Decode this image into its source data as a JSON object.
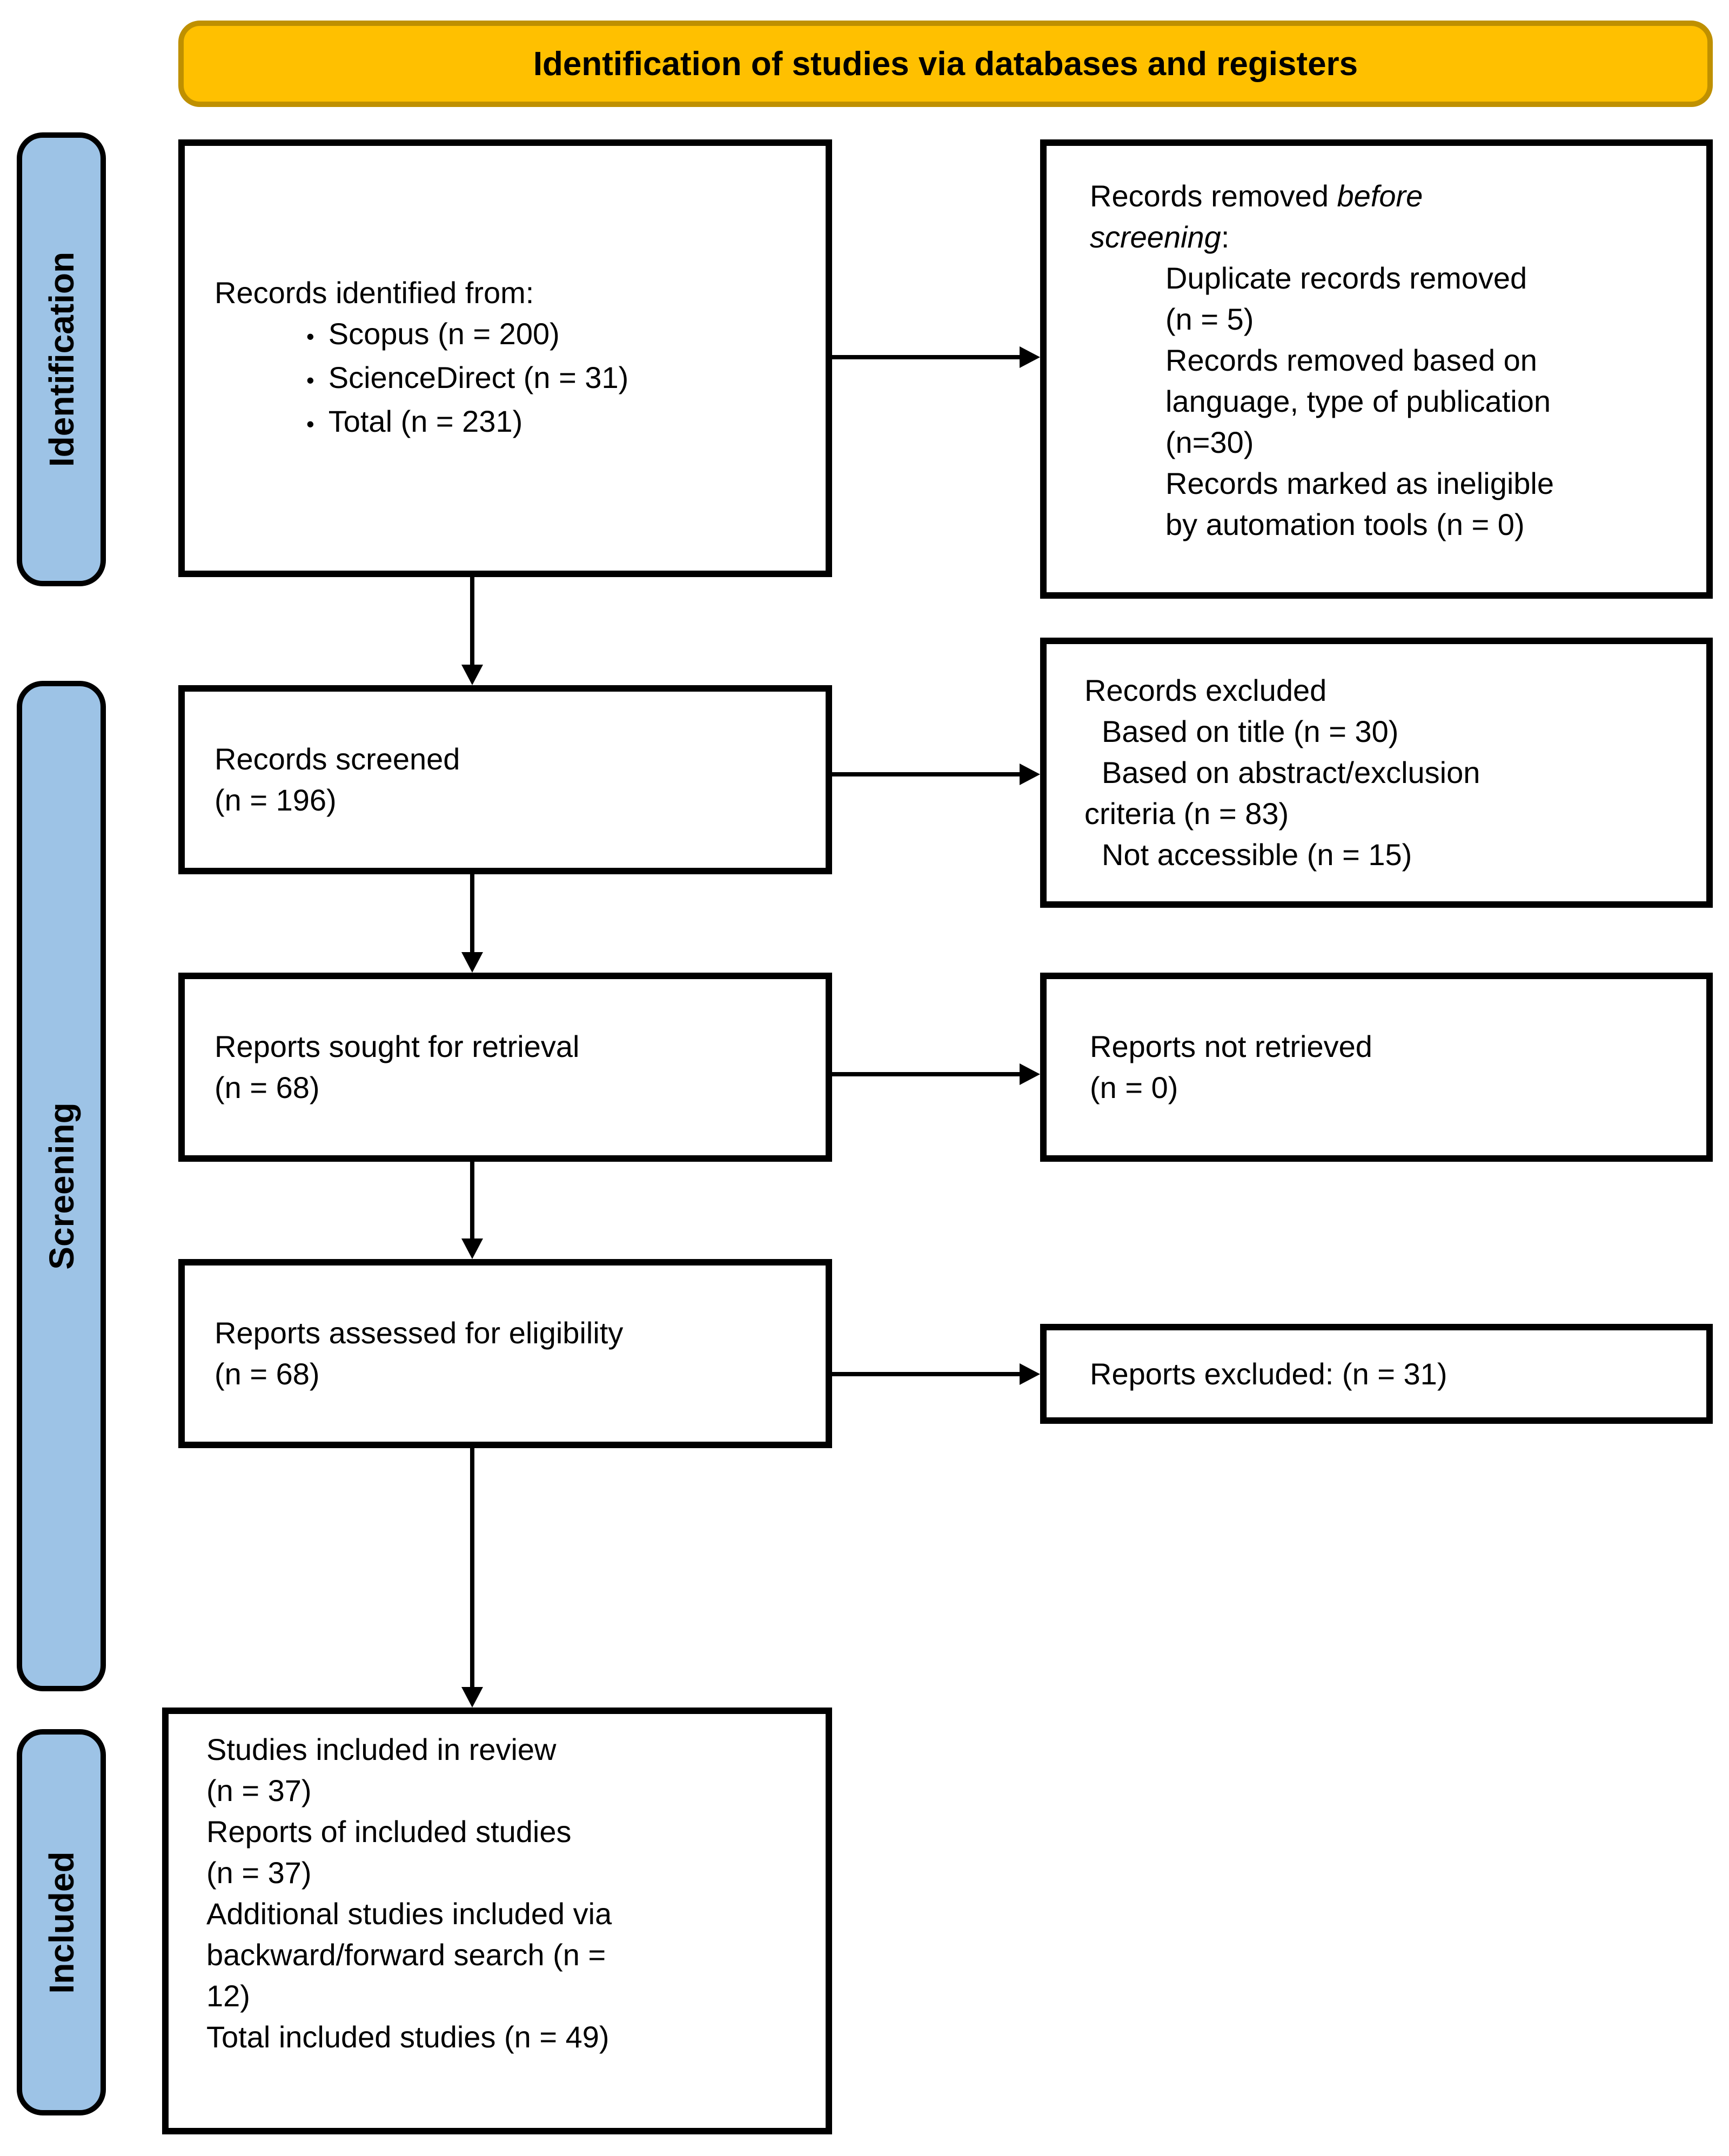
{
  "diagram": {
    "banner": {
      "label": "Identification of studies via databases and registers"
    },
    "stages": {
      "identification": "Identification",
      "screening": "Screening",
      "included": "Included"
    },
    "colors": {
      "banner_fill": "#FFC000",
      "banner_border": "#BF9000",
      "stage_fill": "#9DC3E6",
      "box_border": "#000000",
      "box_fill": "#FFFFFF"
    },
    "boxes": {
      "records_identified": {
        "title": "Records identified from:",
        "bullets": [
          {
            "marker": "•",
            "text": "Scopus (n = 200)"
          },
          {
            "marker": "•",
            "text": "ScienceDirect (n = 31)"
          },
          {
            "marker": "•",
            "text": "Total (n = 231)"
          }
        ]
      },
      "records_removed": {
        "l1_normal": "Records removed ",
        "l1_italic": "before",
        "l2_italic": "screening",
        "l2_normal": ":",
        "item_lines": [
          "Duplicate records removed",
          "(n = 5)",
          "Records removed based on",
          "language, type of publication",
          "(n=30)",
          "Records marked as ineligible",
          "by automation tools (n = 0)"
        ]
      },
      "records_screened": {
        "lines": [
          "Records screened",
          "(n = 196)"
        ]
      },
      "records_excluded": {
        "lines": [
          "Records excluded",
          "Based on title (n = 30)",
          "Based on abstract/exclusion",
          "criteria (n = 83)",
          "Not accessible (n = 15)"
        ]
      },
      "reports_sought": {
        "lines": [
          "Reports sought for retrieval",
          "(n = 68)"
        ]
      },
      "reports_not_retrieved": {
        "lines": [
          "Reports not retrieved",
          "(n = 0)"
        ]
      },
      "reports_assessed": {
        "lines": [
          "Reports assessed for eligibility",
          "(n = 68)"
        ]
      },
      "reports_excluded": {
        "lines": [
          "Reports excluded: (n = 31)"
        ]
      },
      "studies_included": {
        "lines": [
          "Studies included in review",
          "(n = 37)",
          "Reports of included studies",
          "(n = 37)",
          "Additional studies included via",
          "backward/forward search (n =",
          "12)",
          "Total included studies (n = 49)"
        ]
      }
    }
  }
}
